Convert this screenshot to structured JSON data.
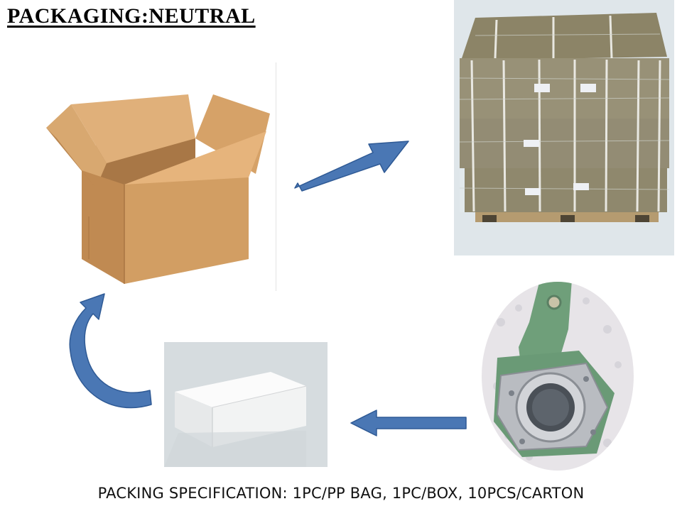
{
  "title": "PACKAGING:NEUTRAL",
  "footer": "PACKING SPECIFICATION: 1PC/PP BAG, 1PC/BOX, 10PCS/CARTON",
  "colors": {
    "arrow_fill": "#4a77b4",
    "arrow_stroke": "#2f5a95",
    "carton": "#c9955a",
    "pallet_bg": "#dfe6ea",
    "white_box_bg": "#d6dcdf",
    "part_green": "#6f9f7a"
  },
  "images": {
    "carton": "open-carton-image",
    "pallet": "palletized-cartons-image",
    "white_box": "white-box-image",
    "part": "slack-adjuster-part-image"
  }
}
